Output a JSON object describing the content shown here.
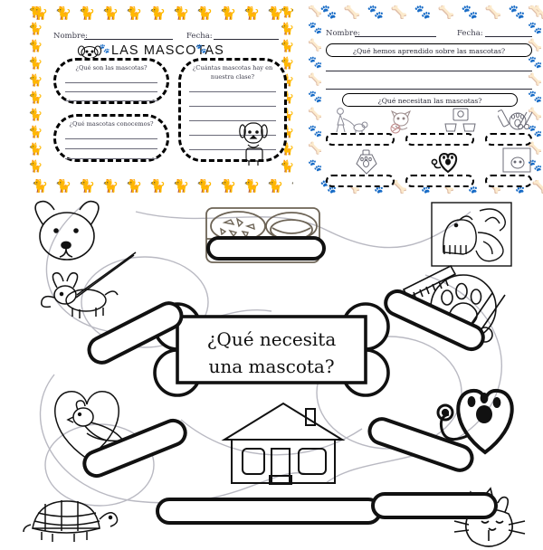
{
  "document": {
    "kind": "printable-worksheet-sheet",
    "language": "es",
    "theme_color": "#000000",
    "paper_color": "#ffffff"
  },
  "worksheet_left": {
    "name_label": "Nombre:",
    "date_label": "Fecha:",
    "title": "LAS MASCOTAS",
    "title_icon_left": "paw-print-icon",
    "title_icon_right": "paw-print-icon",
    "corner_icon": "dog-face-icon",
    "mascot_icon": "dog-sitting-icon",
    "border_icon": "cat-silhouette-icon",
    "boxes": [
      {
        "question": "¿Qué son las mascotas?",
        "lines": 3
      },
      {
        "question": "¿Cuántas mascotas hay en nuestra clase?",
        "lines": 5
      },
      {
        "question": "¿Qué mascotas conocemos?",
        "lines": 3
      }
    ]
  },
  "worksheet_right": {
    "name_label": "Nombre:",
    "date_label": "Fecha:",
    "border_icons": [
      "bone-icon",
      "paw-print-icon"
    ],
    "question_1": "¿Qué hemos aprendido sobre las mascotas?",
    "answer_lines_1": 2,
    "question_2": "¿Qué necesitan las mascotas?",
    "need_items": [
      {
        "icon": "person-walking-dog-icon",
        "label_blank": true
      },
      {
        "icon": "cat-with-yarn-icon",
        "label_blank": true
      },
      {
        "icon": "food-and-water-bowls-icon",
        "label_blank": true
      },
      {
        "icon": "grooming-comb-scissors-icon",
        "label_blank": true
      },
      {
        "icon": "shampoo-bottle-icon",
        "label_blank": true
      },
      {
        "icon": "stethoscope-heart-paw-icon",
        "label_blank": true
      },
      {
        "icon": "pet-bed-house-icon",
        "label_blank": true
      }
    ]
  },
  "poster": {
    "center_title_line1": "¿Qué necesita",
    "center_title_line2": "una mascota?",
    "center_shape": "bone-icon",
    "illustrations": [
      {
        "icon": "dog-face-icon",
        "position": "top-left"
      },
      {
        "icon": "dog-on-leash-icon",
        "position": "left-upper"
      },
      {
        "icon": "food-and-water-bowls-icon",
        "position": "top-center"
      },
      {
        "icon": "parrot-bird-icon",
        "position": "top-right"
      },
      {
        "icon": "comb-icon",
        "position": "right-upper"
      },
      {
        "icon": "paw-print-icon",
        "position": "right-upper"
      },
      {
        "icon": "scissors-icon",
        "position": "right-upper"
      },
      {
        "icon": "bird-on-heart-icon",
        "position": "left-lower"
      },
      {
        "icon": "tortoise-icon",
        "position": "bottom-left"
      },
      {
        "icon": "house-icon",
        "position": "bottom-center"
      },
      {
        "icon": "stethoscope-heart-paw-icon",
        "position": "right-lower"
      },
      {
        "icon": "cat-with-crown-icon",
        "position": "bottom-right"
      }
    ],
    "answer_capsules": 7
  }
}
